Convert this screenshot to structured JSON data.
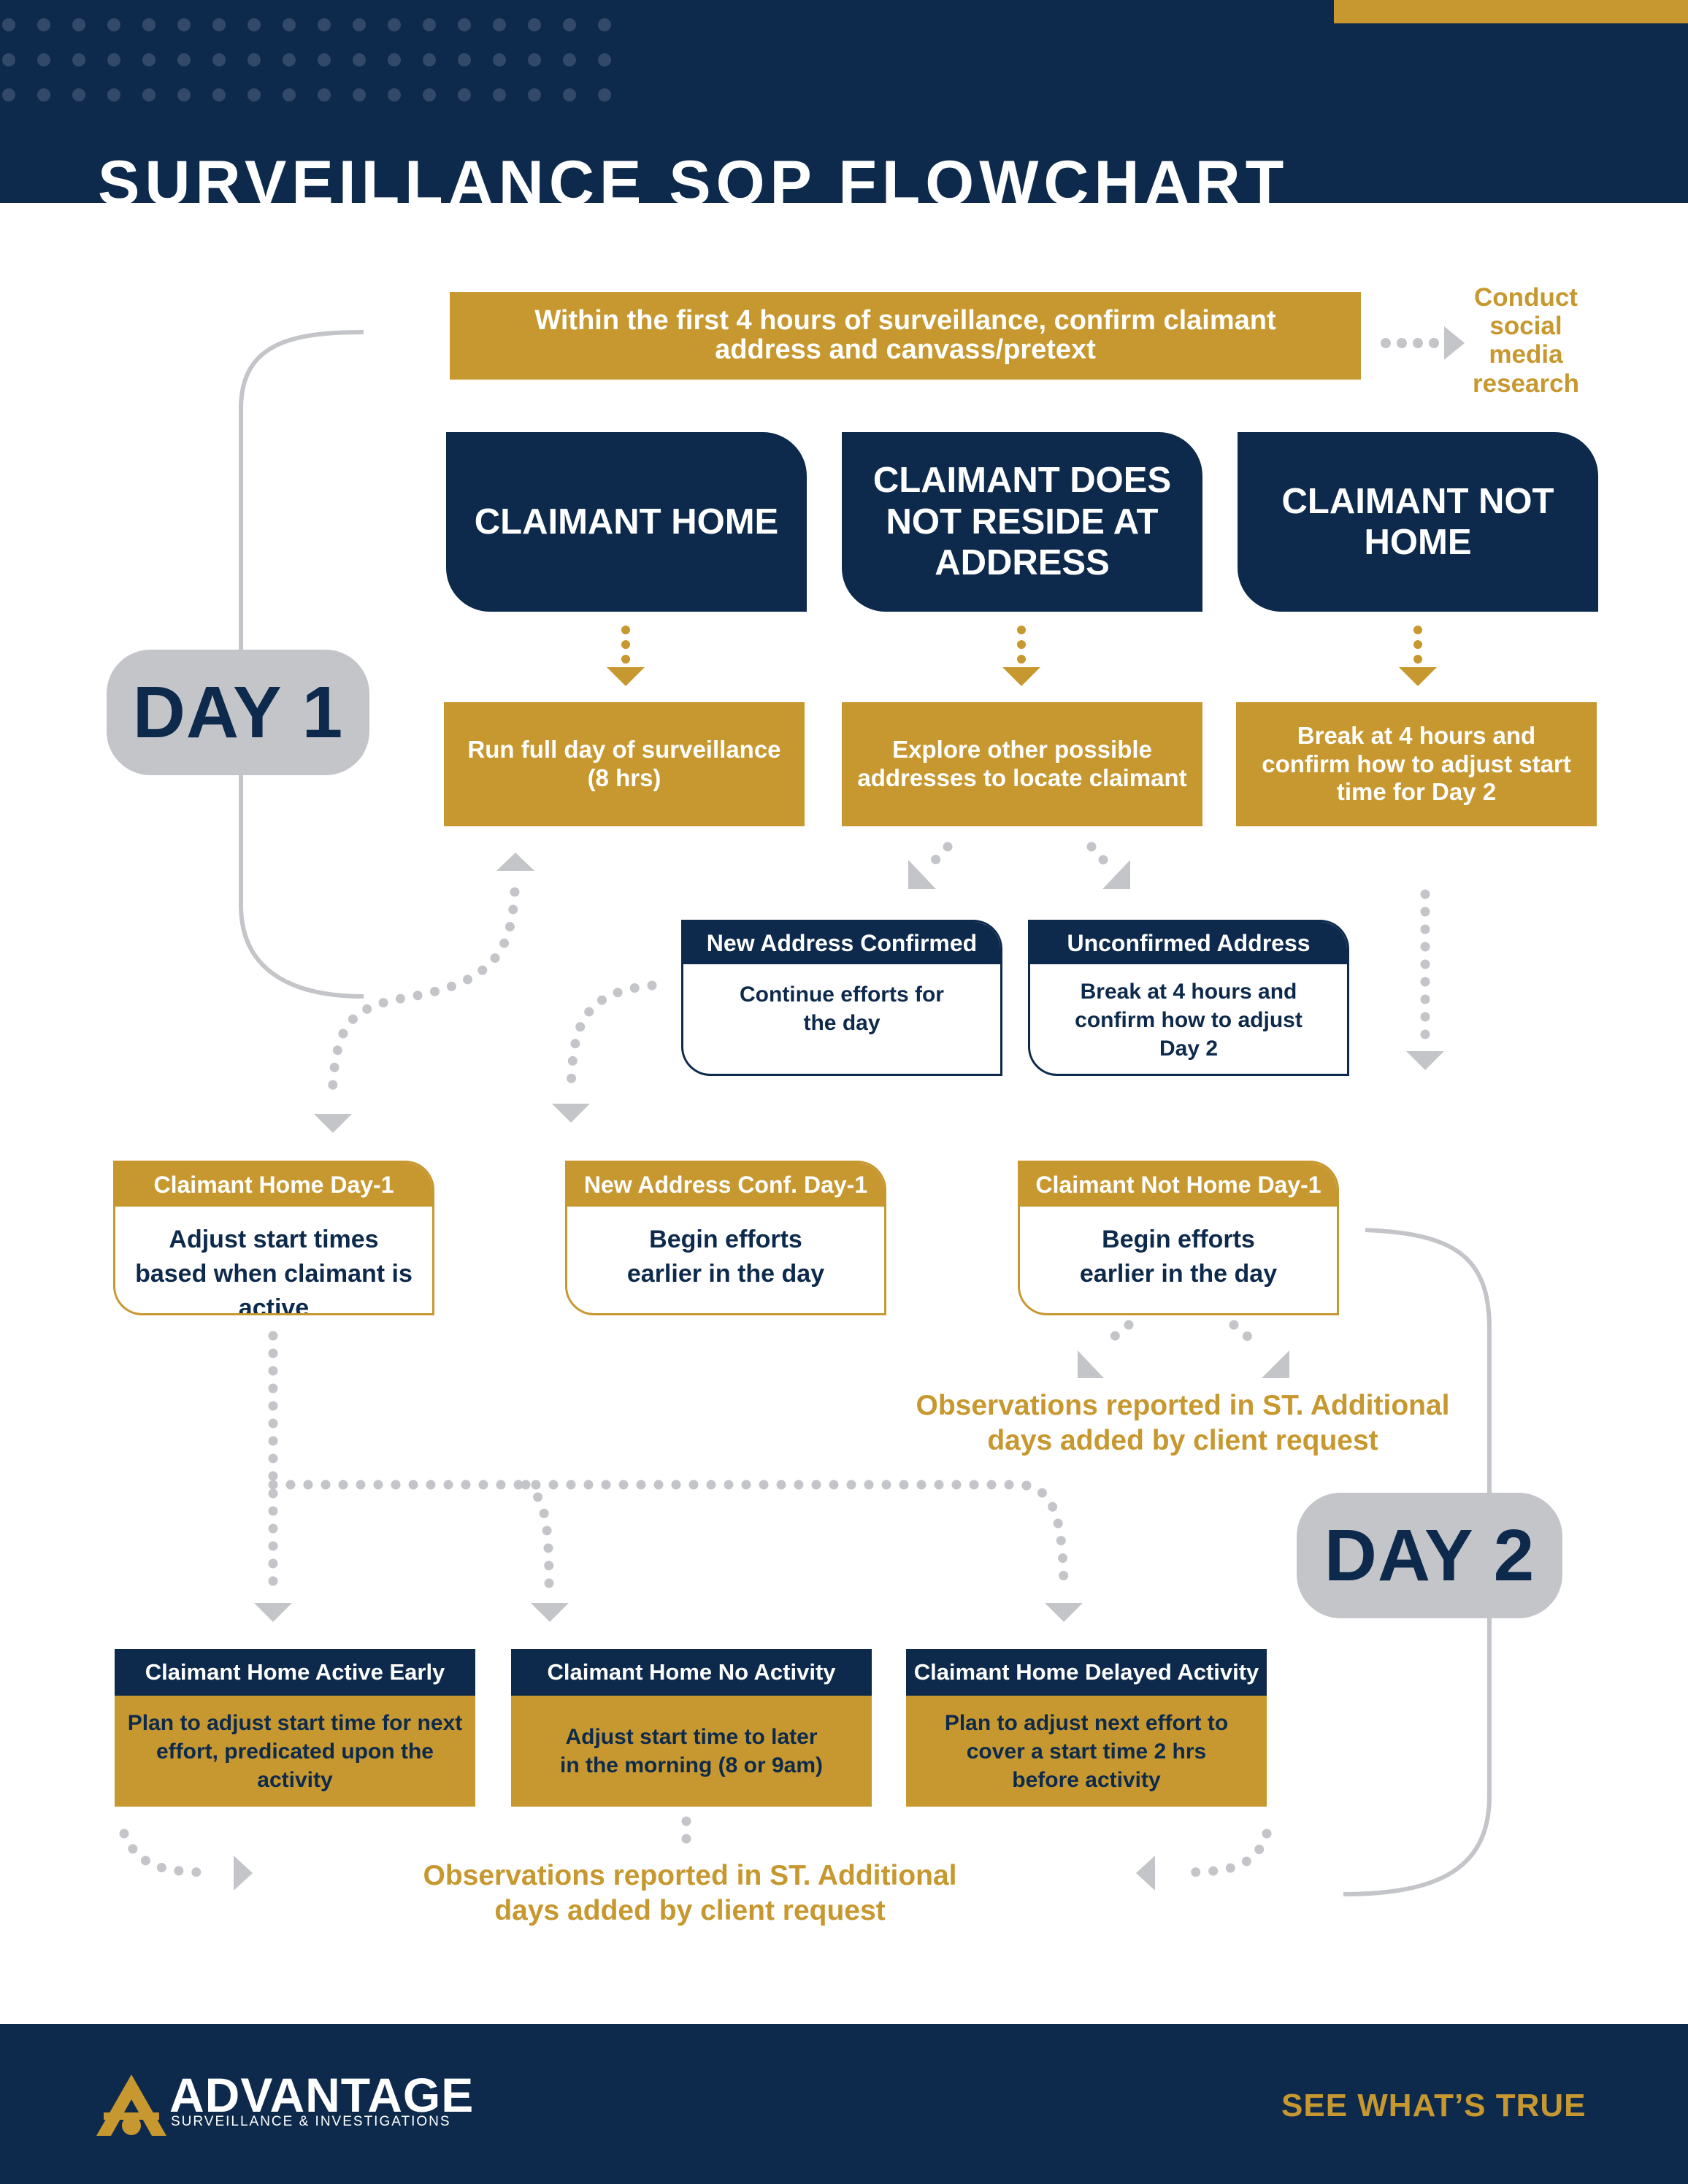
{
  "header": {
    "title": "SURVEILLANCE SOP FLOWCHART"
  },
  "intro": {
    "step": "Within the first 4 hours of  surveillance, confirm claimant address and canvass/pretext",
    "side_note": "Conduct social media research"
  },
  "day_labels": {
    "day1": "DAY 1",
    "day2": "DAY 2"
  },
  "outcomes": [
    {
      "title": "CLAIMANT HOME",
      "action": "Run full day of surveillance (8 hrs)"
    },
    {
      "title": "CLAIMANT DOES NOT RESIDE AT ADDRESS",
      "action": "Explore other possible addresses to locate claimant"
    },
    {
      "title": "CLAIMANT NOT HOME",
      "action": "Break at 4 hours and confirm how to adjust start time for Day 2"
    }
  ],
  "address_cards": [
    {
      "header": "New Address Confirmed",
      "body": "Continue efforts for the day"
    },
    {
      "header": "Unconfirmed Address",
      "body": "Break at 4 hours and confirm how to adjust Day 2"
    }
  ],
  "day1_cards": [
    {
      "header": "Claimant Home Day-1",
      "body": "Adjust start times based when claimant is active"
    },
    {
      "header": "New Address Conf. Day-1",
      "body": "Begin efforts earlier in the day"
    },
    {
      "header": "Claimant Not Home Day-1",
      "body": "Begin efforts earlier in the day"
    }
  ],
  "observations_1": "Observations reported in ST. Additional days added by client request",
  "day2_cards": [
    {
      "header": "Claimant Home Active Early",
      "body": "Plan to adjust start time for next effort, predicated upon the activity"
    },
    {
      "header": "Claimant Home No Activity",
      "body": "Adjust start time to later in the morning (8 or 9am)"
    },
    {
      "header": "Claimant Home Delayed Activity",
      "body": "Plan to adjust next effort to cover a start time 2 hrs before activity"
    }
  ],
  "observations_2": "Observations reported in ST. Additional days added by client request",
  "footer": {
    "brand": "ADVANTAGE",
    "brand_sub": "SURVEILLANCE & INVESTIGATIONS",
    "slogan": "SEE WHAT’S TRUE"
  },
  "colors": {
    "navy": "#0d2a4c",
    "gold": "#c7982f",
    "gray": "#c3c5c9"
  }
}
